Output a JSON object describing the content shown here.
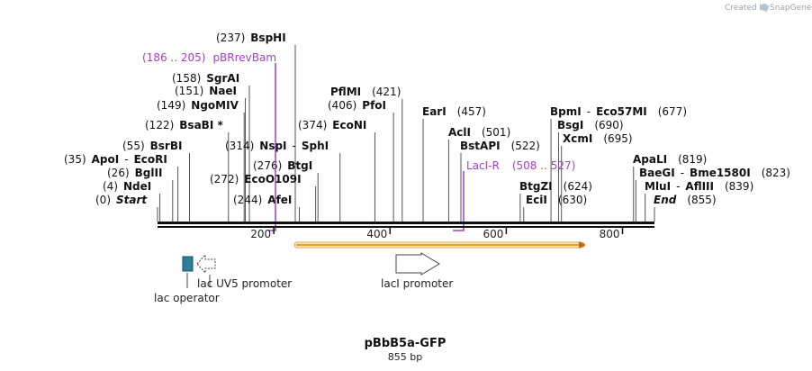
{
  "credit": {
    "text": "Created by",
    "brand": "SnapGene"
  },
  "plasmid": {
    "name": "pBbB5a-GFP",
    "length_label": "855 bp",
    "length_bp": 855
  },
  "axis_ticks": [
    {
      "bp": 200,
      "label": "200"
    },
    {
      "bp": 400,
      "label": "400"
    },
    {
      "bp": 600,
      "label": "600"
    },
    {
      "bp": 800,
      "label": "800"
    }
  ],
  "sites": [
    {
      "pos_label": "(0)",
      "parts": [
        {
          "name": "Start",
          "italic": true
        }
      ],
      "bp": 0
    },
    {
      "pos_label": "(4)",
      "parts": [
        {
          "name": "NdeI"
        }
      ],
      "bp": 4
    },
    {
      "pos_label": "(26)",
      "parts": [
        {
          "name": "BglII"
        }
      ],
      "bp": 26
    },
    {
      "pos_label": "(35)",
      "parts": [
        {
          "name": "ApoI"
        },
        {
          "name": "EcoRI"
        }
      ],
      "bp": 35
    },
    {
      "pos_label": "(55)",
      "parts": [
        {
          "name": "BsrBI"
        }
      ],
      "bp": 55
    },
    {
      "pos_label": "(122)",
      "parts": [
        {
          "name": "BsaBI *"
        }
      ],
      "bp": 122
    },
    {
      "pos_label": "(149)",
      "parts": [
        {
          "name": "NgoMIV"
        }
      ],
      "bp": 149
    },
    {
      "pos_label": "(151)",
      "parts": [
        {
          "name": "NaeI"
        }
      ],
      "bp": 151
    },
    {
      "pos_label": "(158)",
      "parts": [
        {
          "name": "SgrAI"
        }
      ],
      "bp": 158
    },
    {
      "pos_label": "(237)",
      "parts": [
        {
          "name": "BspHI"
        }
      ],
      "bp": 237
    },
    {
      "pos_label": "(244)",
      "parts": [
        {
          "name": "AfeI"
        }
      ],
      "bp": 244
    },
    {
      "pos_label": "(272)",
      "parts": [
        {
          "name": "EcoO109I"
        }
      ],
      "bp": 272
    },
    {
      "pos_label": "(276)",
      "parts": [
        {
          "name": "BtgI"
        }
      ],
      "bp": 276
    },
    {
      "pos_label": "(314)",
      "parts": [
        {
          "name": "NspI"
        },
        {
          "name": "SphI"
        }
      ],
      "bp": 314
    },
    {
      "pos_label": "(374)",
      "parts": [
        {
          "name": "EcoNI"
        }
      ],
      "bp": 374
    },
    {
      "pos_label": "(406)",
      "parts": [
        {
          "name": "PfoI"
        }
      ],
      "bp": 406
    },
    {
      "pos_label": "(421)",
      "parts": [
        {
          "name": "PflMI"
        }
      ],
      "bp": 421
    },
    {
      "pos_label": "(457)",
      "parts": [
        {
          "name": "EarI"
        }
      ],
      "bp": 457
    },
    {
      "pos_label": "(501)",
      "parts": [
        {
          "name": "AclI"
        }
      ],
      "bp": 501
    },
    {
      "pos_label": "(522)",
      "parts": [
        {
          "name": "BstAPI"
        }
      ],
      "bp": 522
    },
    {
      "pos_label": "(624)",
      "parts": [
        {
          "name": "BtgZI"
        }
      ],
      "bp": 624
    },
    {
      "pos_label": "(630)",
      "parts": [
        {
          "name": "EciI"
        }
      ],
      "bp": 630
    },
    {
      "pos_label": "(677)",
      "parts": [
        {
          "name": "BpmI"
        },
        {
          "name": "Eco57MI"
        }
      ],
      "bp": 677
    },
    {
      "pos_label": "(690)",
      "parts": [
        {
          "name": "BsgI"
        }
      ],
      "bp": 690
    },
    {
      "pos_label": "(695)",
      "parts": [
        {
          "name": "XcmI"
        }
      ],
      "bp": 695
    },
    {
      "pos_label": "(819)",
      "parts": [
        {
          "name": "ApaLI"
        }
      ],
      "bp": 819
    },
    {
      "pos_label": "(823)",
      "parts": [
        {
          "name": "BaeGI"
        },
        {
          "name": "Bme1580I"
        }
      ],
      "bp": 823
    },
    {
      "pos_label": "(839)",
      "parts": [
        {
          "name": "MluI"
        },
        {
          "name": "AflIII"
        }
      ],
      "bp": 839
    },
    {
      "pos_label": "(855)",
      "parts": [
        {
          "name": "End",
          "italic": true
        }
      ],
      "bp": 855
    }
  ],
  "primers": [
    {
      "name": "pBRrevBam",
      "range_label": "(186 .. 205)",
      "start": 186,
      "end": 205,
      "color": "#a040c8"
    },
    {
      "name": "LacI-R",
      "range_label": "(508 .. 527)",
      "start": 508,
      "end": 527,
      "color": "#a040c8"
    }
  ],
  "features": [
    {
      "name": "lac operator",
      "type": "box",
      "color": "#2e7d9a",
      "start": 43,
      "end": 59
    },
    {
      "name": "lac UV5 promoter",
      "type": "arrow-reverse-dashed",
      "color": "#ffffff",
      "start": 68,
      "end": 98
    },
    {
      "name": "lacI promoter",
      "type": "arrow-forward",
      "color": "#ffffff",
      "start": 413,
      "end": 488
    },
    {
      "name": "",
      "type": "orf-bar",
      "color": "#f0a020",
      "start": 239,
      "end": 738
    }
  ],
  "colors": {
    "backbone": "#111111",
    "site_line": "#555555",
    "primer": "#a040c8",
    "orf": "#f0a020"
  }
}
